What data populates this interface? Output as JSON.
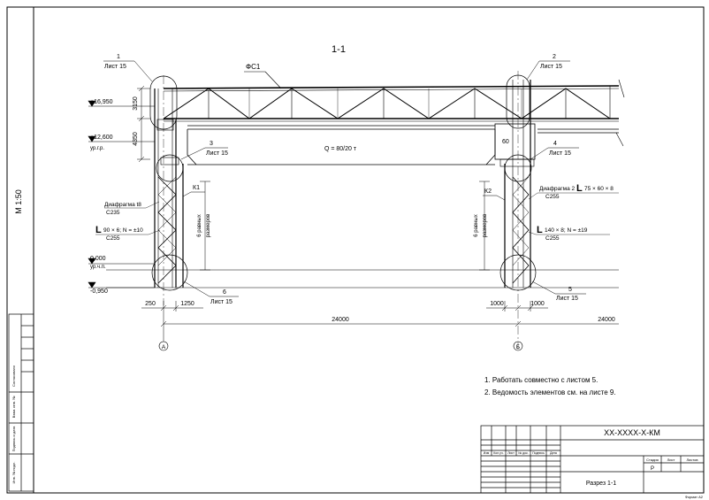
{
  "scale": "М 1:50",
  "section_title": "1-1",
  "truss_label": "ФС1",
  "crane_load": "Q = 80/20 т",
  "levels": {
    "top": "+16,950",
    "crane": "+12,600",
    "crane_sub": "ур.г.р.",
    "ground": "0,000",
    "ground_sub": "ур.ч.п.",
    "base": "-0,950"
  },
  "dims": {
    "truss_height": "3150",
    "col_upper": "4350",
    "left_offset_a": "250",
    "left_offset_b": "1250",
    "right_offset_a": "1000",
    "right_offset_b": "1000",
    "span_mid": "24000",
    "span_right": "24000",
    "rail_offset": "60"
  },
  "callouts": [
    {
      "num": "1",
      "sheet": "Лист 15"
    },
    {
      "num": "2",
      "sheet": "Лист 15"
    },
    {
      "num": "3",
      "sheet": "Лист 15"
    },
    {
      "num": "4",
      "sheet": "Лист 15"
    },
    {
      "num": "5",
      "sheet": "Лист 15"
    },
    {
      "num": "6",
      "sheet": "Лист 15"
    }
  ],
  "columns": {
    "left": "К1",
    "right": "К2"
  },
  "left_notes": {
    "diaphragm": "Диафрагма t8",
    "diaphragm_steel": "С235",
    "angle": "90 × 6; N = ±10",
    "angle_steel": "С255",
    "panels": "6 равных",
    "panels2": "размеров"
  },
  "right_notes": {
    "diaphragm": "Диафрагма 2",
    "diaphragm_angle": "75 × 60 × 8",
    "diaphragm_steel": "С255",
    "angle": "140 × 8; N = ±19",
    "angle_steel": "С255",
    "panels": "6 равных",
    "panels2": "размеров"
  },
  "axes": {
    "left": "А",
    "right": "Б"
  },
  "notes": [
    "1. Работать совместно с листом 5.",
    "2. Ведомость элементов см. на листе 9."
  ],
  "stamp": {
    "code": "ХХ-ХХХХ-Х-КМ",
    "headers": [
      "Изм",
      "Кол.уч.",
      "Лист",
      "№ док.",
      "Подпись",
      "Дата"
    ],
    "stage_label": "Стадия",
    "sheet_label": "Лист",
    "sheets_label": "Листов",
    "stage": "Р",
    "title": "Разрез 1-1",
    "format": "Формат А2"
  },
  "side_labels": [
    "Согласовано",
    "Взам. инв. №",
    "Подпись и дата",
    "Инв. № подл."
  ]
}
